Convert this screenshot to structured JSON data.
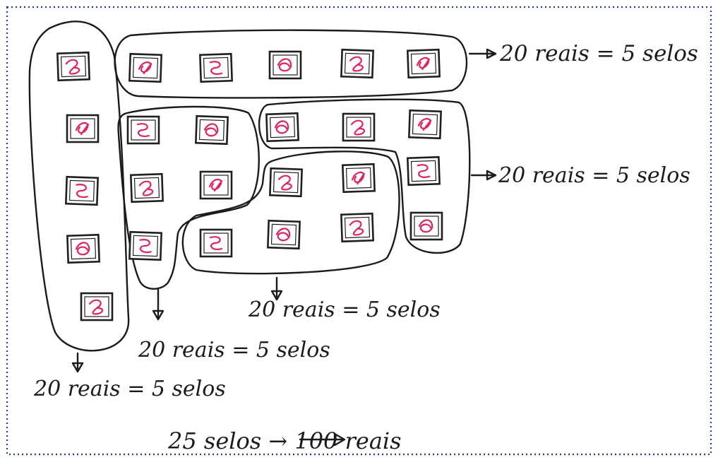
{
  "colors": {
    "ink": "#1b1b1b",
    "stamp_marking": "#e0245e",
    "frame_dots": "#1f3f9a"
  },
  "labels": {
    "group_top": "20 reais = 5 selos",
    "group_right": "20 reais = 5 selos",
    "group_middle": "20 reais = 5 selos",
    "group_inner": "20 reais = 5 selos",
    "group_left": "20 reais = 5 selos",
    "total": "25 selos → 100 reais"
  },
  "stamps": {
    "count": 25,
    "icon": "stamp-icon"
  }
}
